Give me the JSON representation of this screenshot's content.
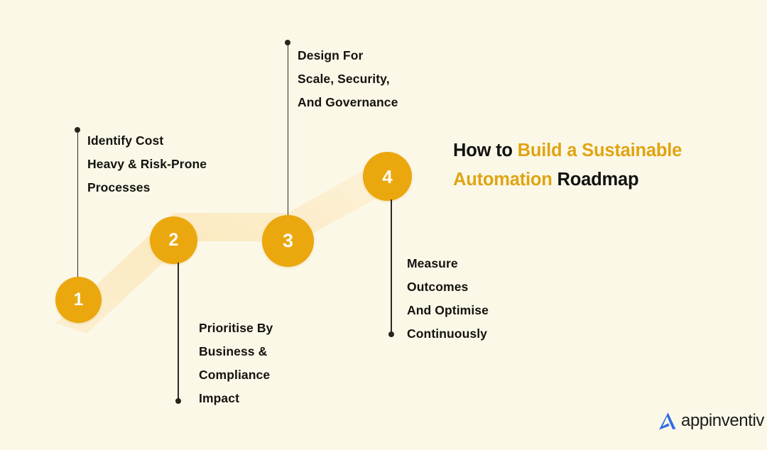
{
  "theme": {
    "background": "#FCF8E8",
    "accent": "#EBA70E",
    "accent_title": "#E0A413",
    "text": "#13130F",
    "ribbon": "#FBEBC4",
    "logo_mark": "#2F6BEA",
    "connector": "#2A2A22"
  },
  "headline": {
    "part1": "How to ",
    "accent1": "Build a Sustainable",
    "break": " ",
    "accent2": "Automation",
    "part2": " Roadmap",
    "full": "How to Build a Sustainable Automation Roadmap"
  },
  "steps": [
    {
      "number": "1",
      "text": "Identify Cost\nHeavy & Risk-Prone\nProcesses",
      "position": "above"
    },
    {
      "number": "2",
      "text": "Prioritise By\nBusiness &\nCompliance\nImpact",
      "position": "below"
    },
    {
      "number": "3",
      "text": "Design For\nScale, Security,\nAnd Governance",
      "position": "above"
    },
    {
      "number": "4",
      "text": "Measure\nOutcomes\nAnd Optimise\nContinuously",
      "position": "below"
    }
  ],
  "logo": {
    "name": "appinventiv",
    "mark": "appinventiv-a-mark"
  }
}
